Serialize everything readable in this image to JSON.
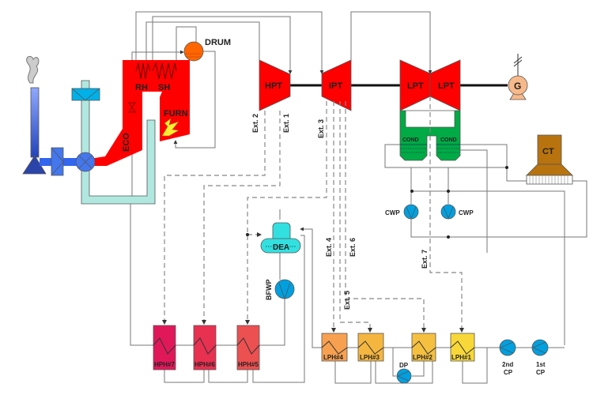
{
  "labels": {
    "drum": "DRUM",
    "rh": "RH",
    "sh": "SH",
    "furn": "FURN",
    "eco": "ECO",
    "hpt": "HPT",
    "ipt": "IPT",
    "lpt1": "LPT",
    "lpt2": "LPT",
    "gen": "G",
    "cond1": "COND",
    "cond2": "COND",
    "ct": "CT",
    "cwp1": "CWP",
    "cwp2": "CWP",
    "dea": "DEA",
    "bfwp": "BFWP",
    "hph7": "HPH#7",
    "hph6": "HPH#6",
    "hph5": "HPH#5",
    "lph4": "LPH#4",
    "lph3": "LPH#3",
    "lph2": "LPH#2",
    "lph1": "LPH#1",
    "dp": "DP",
    "cp2a": "2nd",
    "cp2b": "CP",
    "cp1a": "1st",
    "cp1b": "CP",
    "ext1": "Ext. 1",
    "ext2": "Ext. 2",
    "ext3": "Ext. 3",
    "ext4": "Ext. 4",
    "ext5": "Ext. 5",
    "ext6": "Ext. 6",
    "ext7": "Ext. 7"
  },
  "colors": {
    "boiler": "#ff0000",
    "drum": "#ff6600",
    "turbine": "#ff0000",
    "condenser": "#00aa44",
    "cooling_tower": "#b8730f",
    "pump": "#00a0e0",
    "deaerator": "#33e0e0",
    "air_duct": "#b0e8e0",
    "flue_gas": "#3366ee",
    "generator": "#f7b98a",
    "hph7": "#e0185a",
    "hph6": "#e83050",
    "hph5": "#ec5050",
    "lph4": "#f7a050",
    "lph3": "#f5b640",
    "lph2": "#f5c040",
    "lph1": "#f8d838"
  }
}
